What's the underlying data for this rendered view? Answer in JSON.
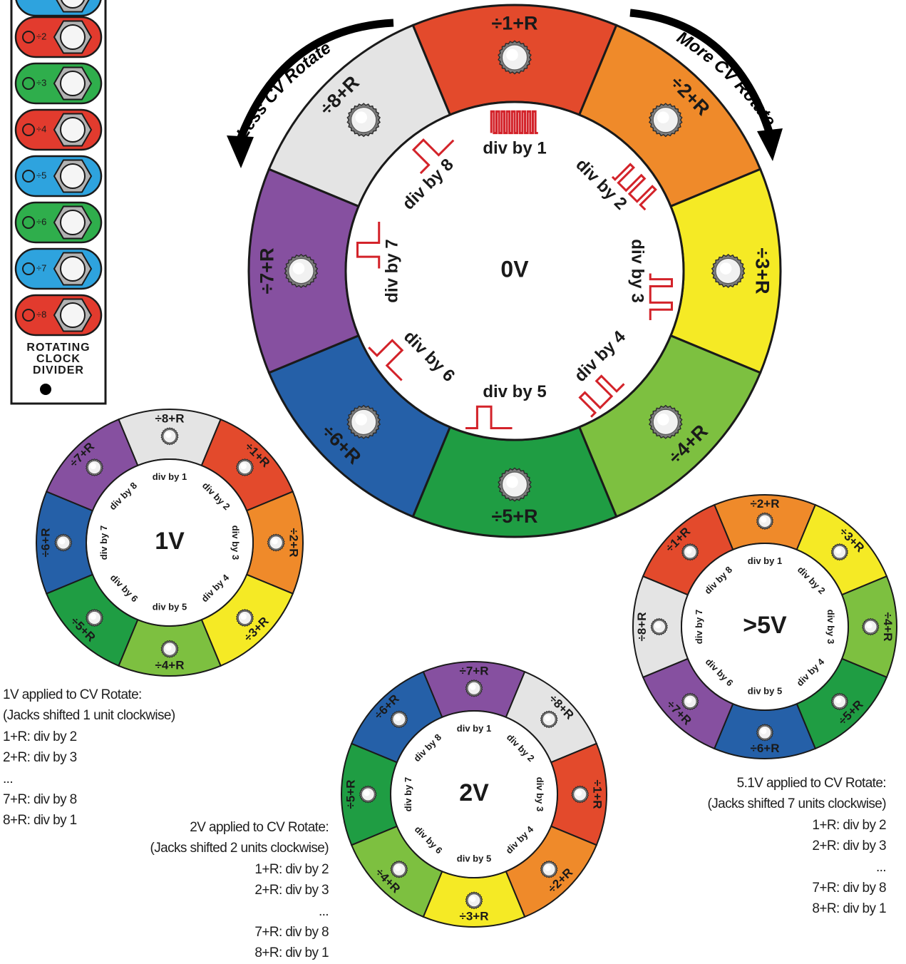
{
  "module": {
    "title_lines": [
      "ROTATING",
      "CLOCK",
      "DIVIDER"
    ],
    "jacks": [
      {
        "label": "÷2",
        "color": "#e23b2e"
      },
      {
        "label": "÷3",
        "color": "#2fae4c"
      },
      {
        "label": "÷4",
        "color": "#e23b2e"
      },
      {
        "label": "÷5",
        "color": "#2ea3de"
      },
      {
        "label": "÷6",
        "color": "#2fae4c"
      },
      {
        "label": "÷7",
        "color": "#2ea3de"
      },
      {
        "label": "÷8",
        "color": "#e23b2e"
      }
    ],
    "top_jack_color": "#2ea3de"
  },
  "arrows": {
    "left": "Less CV Rotate",
    "right": "More CV Rotate"
  },
  "segment_colors": [
    "#e34a2c",
    "#ef8a2a",
    "#f5ea25",
    "#7dc040",
    "#1f9d43",
    "#2560a8",
    "#8650a0",
    "#e4e4e4"
  ],
  "jack_labels": [
    "÷1+R",
    "÷2+R",
    "÷3+R",
    "÷4+R",
    "÷5+R",
    "÷6+R",
    "÷7+R",
    "÷8+R"
  ],
  "division_labels": [
    "div by 1",
    "div by 2",
    "div by 3",
    "div by 4",
    "div by 5",
    "div by 6",
    "div by 7",
    "div by 8"
  ],
  "wheels": [
    {
      "id": "0v",
      "center_label": "0V",
      "shift_units": 0
    },
    {
      "id": "1v",
      "center_label": "1V",
      "shift_units": 1
    },
    {
      "id": "2v",
      "center_label": "2V",
      "shift_units": 2
    },
    {
      "id": "5v",
      "center_label": ">5V",
      "shift_units": 7
    }
  ],
  "captions": {
    "one_volt": [
      "1V applied to CV Rotate:",
      "(Jacks shifted 1 unit clockwise)",
      "1+R: div by 2",
      "2+R: div by 3",
      "...",
      "7+R: div by 8",
      "8+R: div by 1"
    ],
    "two_volt": [
      "2V applied to CV Rotate:",
      "(Jacks shifted 2 units clockwise)",
      "1+R: div by 2",
      "2+R: div by 3",
      "...",
      "7+R: div by 8",
      "8+R: div by 1"
    ],
    "five_volt": [
      "5.1V applied to CV Rotate:",
      "(Jacks shifted 7 units clockwise)",
      "1+R: div by 2",
      "2+R: div by 3",
      "...",
      "7+R: div by 8",
      "8+R: div by 1"
    ]
  }
}
